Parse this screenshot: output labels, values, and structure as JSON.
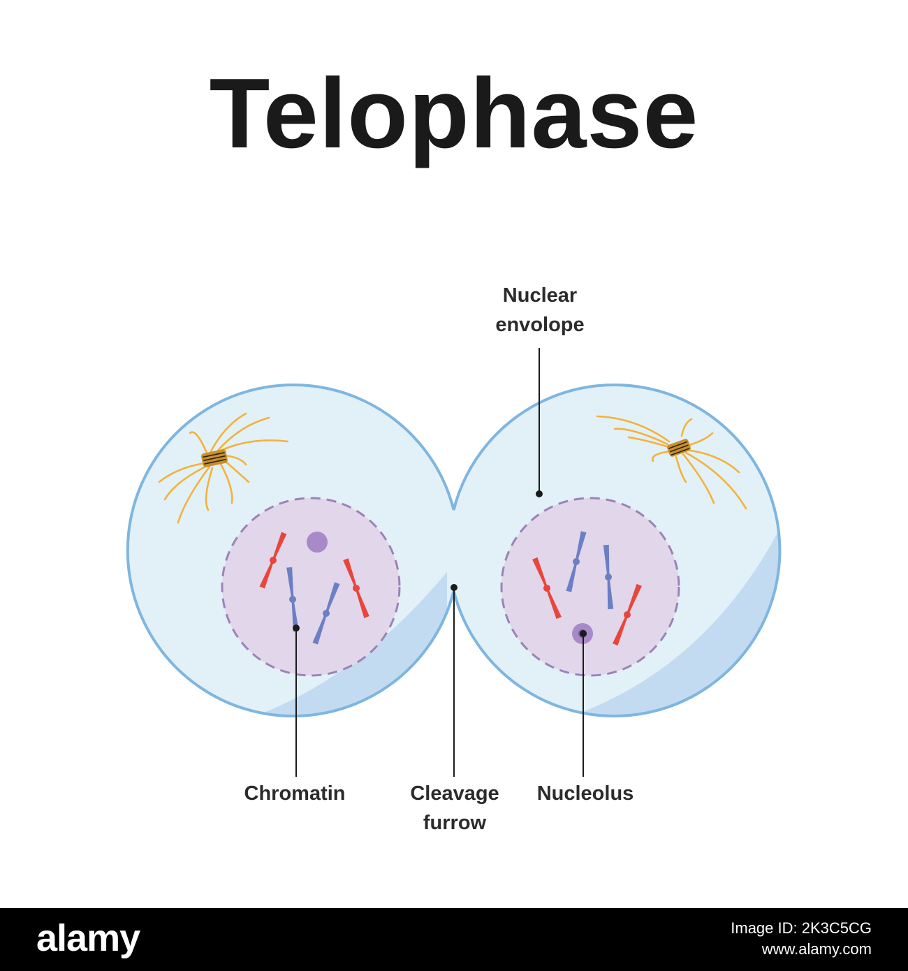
{
  "title": "Telophase",
  "labels": {
    "nuclear_envelope": [
      "Nuclear",
      "envolope"
    ],
    "chromatin": "Chromatin",
    "cleavage_furrow": [
      "Cleavage",
      "furrow"
    ],
    "nucleolus": "Nucleolus"
  },
  "footer": {
    "logo": "alamy",
    "image_id": "Image ID: 2K3C5CG",
    "site": "www.alamy.com"
  },
  "colors": {
    "cell_fill": "#e2f1f8",
    "cell_shadow": "#c3dbf1",
    "cell_outline": "#7fb6e0",
    "nucleus_fill": "#e2d6ea",
    "nucleus_border": "#9b83b5",
    "nucleolus": "#a98ac8",
    "chromosome_red": "#e8463b",
    "chromosome_blue": "#6b7fc4",
    "spindle": "#f3b23a",
    "centrosome": "#c8902a",
    "text": "#2b2b2b"
  },
  "icons": {
    "centrosome": "centrosome-icon",
    "chromosome": "chromosome-icon"
  }
}
